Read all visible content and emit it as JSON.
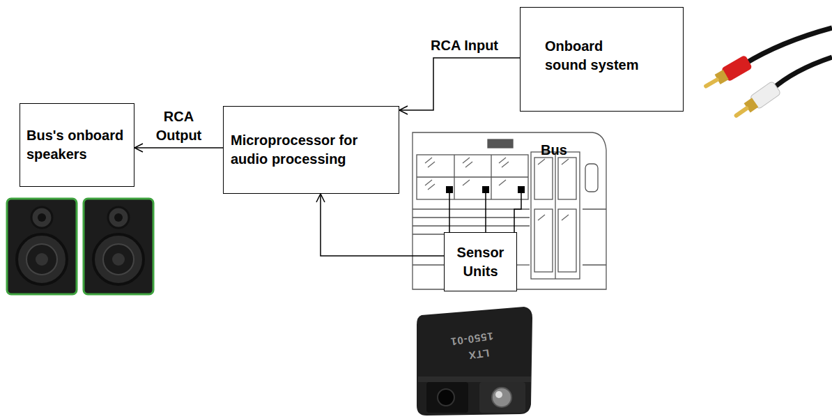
{
  "diagram": {
    "nodes": [
      {
        "text": [
          "Bus's onboard speakers"
        ]
      },
      {
        "text": [
          "Microprocessor for audio processing"
        ]
      },
      {
        "text": [
          "Onboard sound system"
        ]
      },
      {
        "text": [
          "Sensor Units"
        ]
      }
    ],
    "edges": [
      {
        "from": 2,
        "to": 1,
        "arrow": "to",
        "label": "RCA Input"
      },
      {
        "from": 1,
        "to": 0,
        "arrow": "to",
        "label": "RCA Output"
      },
      {
        "from": 3,
        "to": 1,
        "arrow": "to"
      }
    ],
    "labels": [
      "Bus",
      "1550-01",
      "LTX"
    ]
  }
}
